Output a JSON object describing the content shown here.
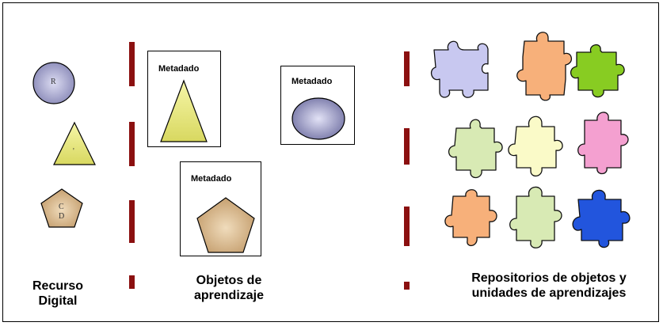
{
  "diagram": {
    "columns": [
      {
        "caption_line1": "Recurso",
        "caption_line2": "Digital"
      },
      {
        "caption_line1": "Objetos de",
        "caption_line2": "aprendizaje"
      },
      {
        "caption_line1": "Repositorios de objetos y",
        "caption_line2": "unidades de aprendizajes"
      }
    ],
    "resources": {
      "circle_letter": "R",
      "triangle_letter": "'",
      "pentagon_letter1": "C",
      "pentagon_letter2": "D"
    },
    "metadata_label": "Metadado",
    "colors": {
      "circle_fill": "#a9a9cc",
      "triangle_fill": "#ecec78",
      "pentagon_fill": "#d8b888",
      "divider": "#8b1010",
      "puzzle_lavender": "#c8c8f0",
      "puzzle_orange": "#f7b07a",
      "puzzle_green": "#88cc22",
      "puzzle_lightgreen": "#d8eab4",
      "puzzle_cream": "#fafac8",
      "puzzle_pink": "#f4a0d0",
      "puzzle_blue": "#2255dd"
    }
  }
}
